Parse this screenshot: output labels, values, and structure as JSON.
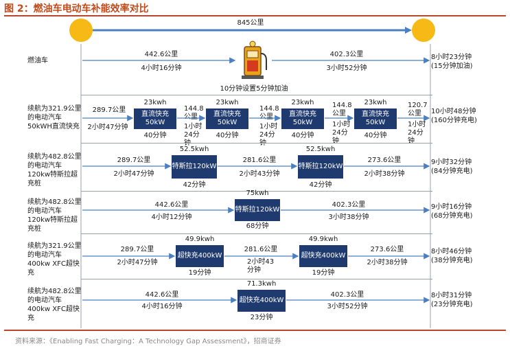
{
  "title": "图 2：燃油车电动车补能效率对比",
  "route": {
    "distance": "845公里"
  },
  "fuel": {
    "label": "燃油车",
    "seg1_dist": "442.6公里",
    "seg1_time": "4小时16分钟",
    "seg2_dist": "402.3公里",
    "seg2_time": "3小时52分钟",
    "stop_note": "10分钟设置5分钟加油",
    "result": [
      "8小时23分钟",
      "(15分钟加油)"
    ]
  },
  "rows": [
    {
      "label": "续航为321.9公里的电动汽车50kWH直流快充",
      "boxes": [
        "直流快充50kW",
        "直流快充50kW",
        "直流快充50kW",
        "直流快充50kW"
      ],
      "box_top": [
        "23kwh",
        "23kwh",
        "23kwh",
        "23kwh"
      ],
      "box_bottom": [
        "40分钟",
        "40分钟",
        "40分钟",
        "40分钟"
      ],
      "segs": [
        {
          "dist": "289.7公里",
          "time": "2小时47分钟"
        },
        {
          "dist": "144.8公里",
          "time": "1小时24分钟"
        },
        {
          "dist": "144.8公里",
          "time": "1小时24分钟"
        },
        {
          "dist": "144.8公里",
          "time": "1小时24分钟"
        },
        {
          "dist": "120.7公里",
          "time": "1小时24分钟"
        }
      ],
      "result": [
        "10小时48分钟",
        "(160分钟充电)"
      ]
    },
    {
      "label": "续航为482.8公里的电动汽车120kw特斯拉超充桩",
      "boxes": [
        "特斯拉120kW",
        "特斯拉120kW"
      ],
      "box_top": [
        "52.5kwh",
        "52.5kwh"
      ],
      "box_bottom": [
        "42分钟",
        "42分钟"
      ],
      "segs": [
        {
          "dist": "289.7公里",
          "time": "2小时47分钟"
        },
        {
          "dist": "281.6公里",
          "time": "2小时43分钟"
        },
        {
          "dist": "273.6公里",
          "time": "2小时38分钟"
        }
      ],
      "result": [
        "9小时32分钟",
        "(84分钟充电)"
      ]
    },
    {
      "label": "续航为482.8公里的电动汽车120kw特斯拉超充桩",
      "boxes": [
        "特斯拉120kW"
      ],
      "box_top": [
        "75kwh"
      ],
      "box_bottom": [
        "68分钟"
      ],
      "segs": [
        {
          "dist": "442.6公里",
          "time": "4小时12分钟"
        },
        {
          "dist": "402.3公里",
          "time": "3小时38分钟"
        }
      ],
      "result": [
        "9小时16分钟",
        "(68分钟充电)"
      ]
    },
    {
      "label": "续航为321.9公里的电动汽车400kw XFC超快充",
      "boxes": [
        "超快充400kW",
        "超快充400kW"
      ],
      "box_top": [
        "49.9kwh",
        "49.9kwh"
      ],
      "box_bottom": [
        "19分钟",
        "19分钟"
      ],
      "segs": [
        {
          "dist": "289.7公里",
          "time": "2小时47分钟"
        },
        {
          "dist": "281.6公里",
          "time": "2小时43分钟"
        },
        {
          "dist": "273.6公里",
          "time": "2小时38分钟"
        }
      ],
      "result": [
        "8小时46分钟",
        "(38分钟充电)"
      ]
    },
    {
      "label": "续航为482.8公里的电动汽车400kw XFC超快充",
      "boxes": [
        "超快充400kW"
      ],
      "box_top": [
        "71.3kwh"
      ],
      "box_bottom": [
        "23分钟"
      ],
      "segs": [
        {
          "dist": "442.6公里",
          "time": "4小时16分钟"
        },
        {
          "dist": "402.3公里",
          "time": "3小时52分钟"
        }
      ],
      "result": [
        "8小时31分钟",
        "(23分钟充电)"
      ]
    }
  ],
  "footer": "资料来源：《Enabling Fast Charging：A Technology Gap Assessment》，招商证券",
  "colors": {
    "sun": "#f6b915",
    "arrow": "#4a7fc1",
    "box": "#1e3a6e",
    "title": "#c24a1a"
  }
}
